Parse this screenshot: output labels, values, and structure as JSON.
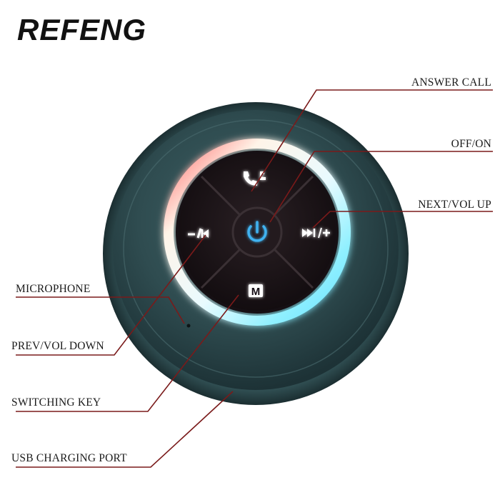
{
  "brand": {
    "text": "REFENG"
  },
  "labels": {
    "answer_call": "ANSWER CALL",
    "off_on": "OFF/ON",
    "next_vol_up": "NEXT/VOL UP",
    "microphone": "MICROPHONE",
    "prev_vol_down": "PREV/VOL DOWN",
    "switching_key": "SWITCHING KEY",
    "usb_charging_port": "USB CHARGING PORT"
  },
  "buttons": {
    "top_icon": "phone-icon",
    "left_icon": "prev-vol-down-icon",
    "right_icon": "next-vol-up-icon",
    "bottom_icon": "mode-m-icon",
    "center_icon": "power-icon",
    "bottom_glyph": "M"
  },
  "colors": {
    "leader_line": "#7a1a1a",
    "device_body": "#2d4a4e",
    "button_face": "#1c1418",
    "ring_glow": "#d9eef6",
    "power_blue": "#2f9fe0"
  }
}
